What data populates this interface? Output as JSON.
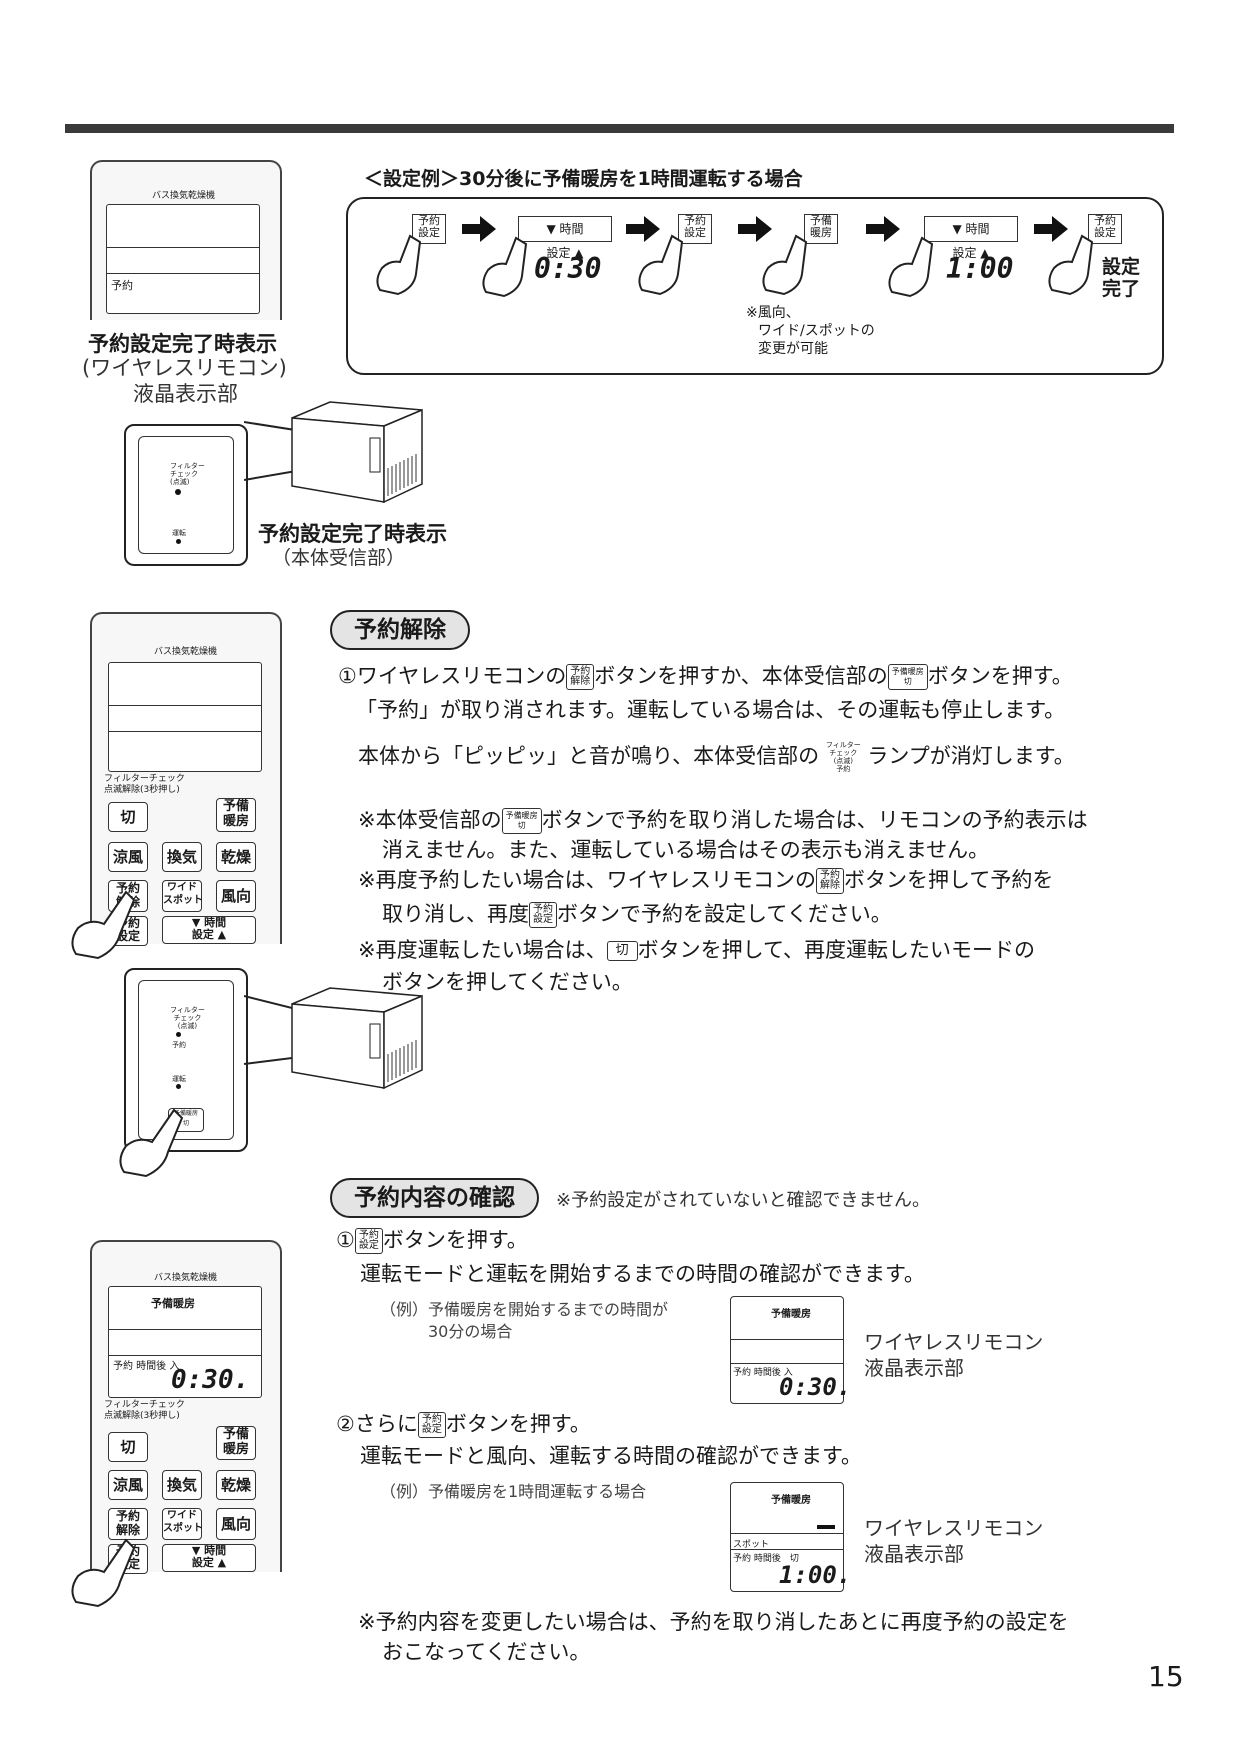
{
  "example": {
    "heading": "＜設定例＞30分後に予備暖房を1時間運転する場合",
    "steps": [
      {
        "button": "予約\n設定"
      },
      {
        "button": "▼ 時間\n設定 ▲",
        "display": "0:30"
      },
      {
        "button": "予約\n設定"
      },
      {
        "button": "予備\n暖房"
      },
      {
        "button": "▼ 時間\n設定 ▲",
        "display": "1:00"
      },
      {
        "button": "予約\n設定",
        "after": "設定\n完了"
      }
    ],
    "note_line1": "※風向、",
    "note_line2": "ワイド/スポットの",
    "note_line3": "変更が可能"
  },
  "remote1": {
    "title": "バス換気乾燥機",
    "label": "予約",
    "caption": "予約設定完了時表示",
    "caption_sub1": "ワイヤレスリモコン",
    "caption_sub2": "液晶表示部"
  },
  "unit1": {
    "lamp1": "フィルター\nチェック\n(点滅)",
    "lamp2": "運転",
    "caption": "予約設定完了時表示",
    "caption_sub": "（本体受信部）"
  },
  "cancel": {
    "title": "予約解除",
    "line1_a": "①ワイヤレスリモコンの",
    "line1_btn1": "予約\n解除",
    "line1_b": "ボタンを押すか、本体受信部の",
    "line1_btn2": "予備暖房\n切",
    "line1_c": "ボタンを押す。",
    "line2": "「予約」が取り消されます。運転している場合は、その運転も停止します。",
    "line3_a": "本体から「ピッピッ」と音が鳴り、本体受信部の",
    "line3_lamp": "フィルター\nチェック\n(点滅)\n予約",
    "line3_b": "ランプが消灯します。",
    "note1_a": "※本体受信部の",
    "note1_btn": "予備暖房\n切",
    "note1_b": "ボタンで予約を取り消した場合は、リモコンの予約表示は",
    "note1_c": "消えません。また、運転している場合はその表示も消えません。",
    "note2_a": "※再度予約したい場合は、ワイヤレスリモコンの",
    "note2_btn": "予約\n解除",
    "note2_b": "ボタンを押して予約を",
    "note2_c": "取り消し、再度",
    "note2_btn2": "予約\n設定",
    "note2_d": "ボタンで予約を設定してください。",
    "note3_a": "※再度運転したい場合は、",
    "note3_btn": "切",
    "note3_b": "ボタンを押して、再度運転したいモードの",
    "note3_c": "ボタンを押してください。"
  },
  "remote2": {
    "title": "バス換気乾燥機",
    "filter_label": "フィルターチェック\n点滅解除(3秒押し)",
    "buttons": [
      "切",
      "予備\n暖房",
      "涼風",
      "換気",
      "乾燥",
      "予約\n解除",
      "ワイド\nスポット",
      "風向",
      "予約\n設定",
      "▼ 時間\n設定 ▲"
    ]
  },
  "unit2": {
    "lamp1": "フィルター\nチェック\n(点滅)",
    "lamp1b": "予約",
    "lamp2": "運転",
    "btn": "予備暖房\n切"
  },
  "confirm": {
    "title": "予約内容の確認",
    "note": "※予約設定がされていないと確認できません。",
    "step1_a": "①",
    "step1_btn": "予約\n設定",
    "step1_b": "ボタンを押す。",
    "step1_desc": "運転モードと運転を開始するまでの時間の確認ができます。",
    "ex1_line1": "（例）予備暖房を開始するまでの時間が",
    "ex1_line2": "30分の場合",
    "lcd1_title": "予備暖房",
    "lcd1_label": "予約 時間後 入",
    "lcd1_value": "0:30.",
    "lcd_caption1": "ワイヤレスリモコン",
    "lcd_caption2": "液晶表示部",
    "step2_a": "②さらに",
    "step2_btn": "予約\n設定",
    "step2_b": "ボタンを押す。",
    "step2_desc": "運転モードと風向、運転する時間の確認ができます。",
    "ex2_line1": "（例）予備暖房を1時間運転する場合",
    "lcd2_title": "予備暖房",
    "lcd2_label1": "スポット",
    "lcd2_label2": "予約 時間後　切",
    "lcd2_value": "1:00.",
    "final_note1": "※予約内容を変更したい場合は、予約を取り消したあとに再度予約の設定を",
    "final_note2": "おこなってください。"
  },
  "remote3": {
    "title": "バス換気乾燥機",
    "lcd_title": "予備暖房",
    "lcd_label": "予約 時間後 入",
    "lcd_value": "0:30.",
    "filter_label": "フィルターチェック\n点滅解除(3秒押し)",
    "buttons": [
      "切",
      "予備\n暖房",
      "涼風",
      "換気",
      "乾燥",
      "予約\n解除",
      "ワイド\nスポット",
      "風向",
      "予約\n設定",
      "▼ 時間\n設定 ▲"
    ]
  },
  "page_number": "15"
}
